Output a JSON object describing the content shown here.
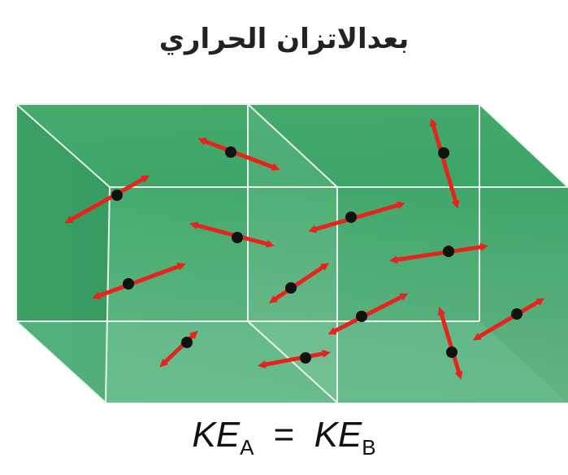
{
  "title": "بعدالاتزان الحراري",
  "equation": {
    "lhs": "KE",
    "lhs_sub": "A",
    "op": "=",
    "rhs": "KE",
    "rhs_sub": "B"
  },
  "colors": {
    "box_face": "#3ea86a",
    "box_dark": "#2f8f58",
    "edge": "#e8f5ec",
    "arrow": "#e8231e",
    "particle": "#111111"
  }
}
